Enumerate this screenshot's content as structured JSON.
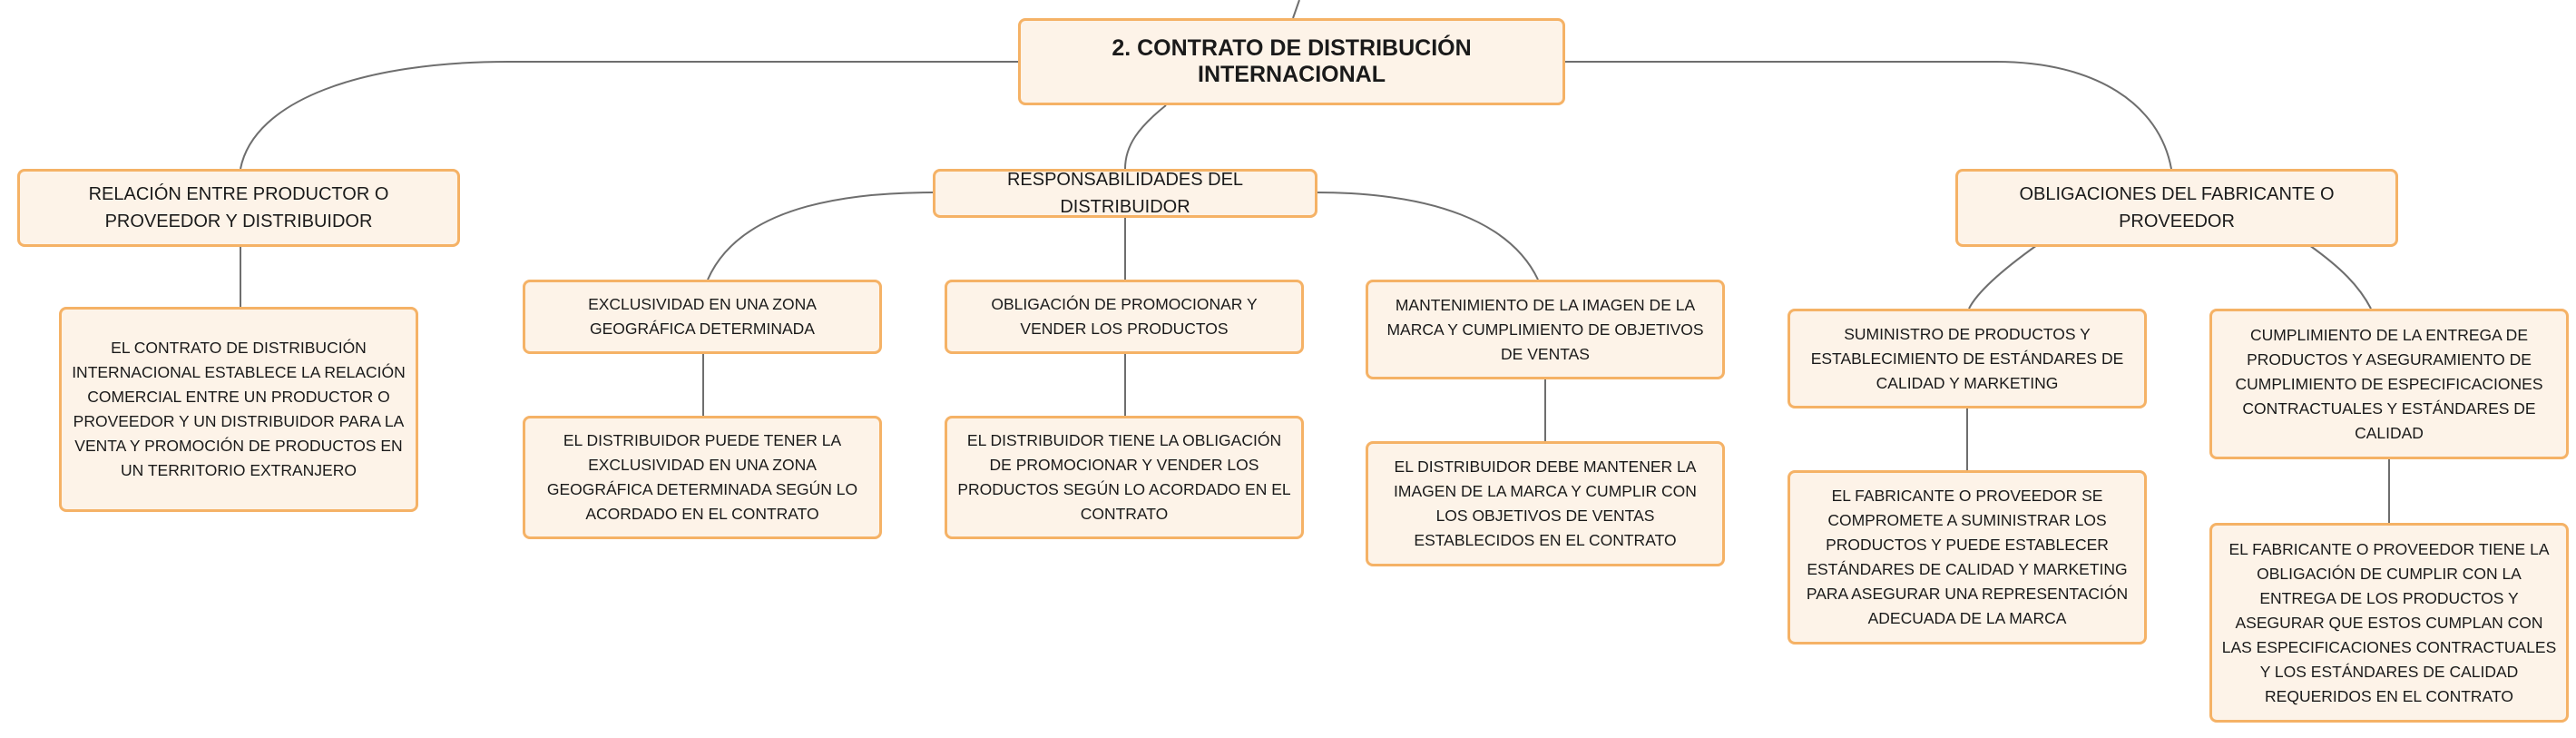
{
  "colors": {
    "node_fill": "#fdf3e8",
    "node_border": "#f5b266",
    "connector": "#6e6e6e"
  },
  "root": {
    "title": "2. CONTRATO DE DISTRIBUCIÓN INTERNACIONAL"
  },
  "branches": {
    "relacion": {
      "title": "RELACIÓN ENTRE PRODUCTOR O PROVEEDOR Y DISTRIBUIDOR",
      "detail": "EL CONTRATO DE DISTRIBUCIÓN INTERNACIONAL ESTABLECE LA RELACIÓN COMERCIAL ENTRE UN PRODUCTOR O PROVEEDOR Y UN DISTRIBUIDOR PARA LA VENTA Y PROMOCIÓN DE PRODUCTOS EN UN TERRITORIO EXTRANJERO"
    },
    "responsabilidades": {
      "title": "RESPONSABILIDADES DEL DISTRIBUIDOR",
      "items": [
        {
          "title": "EXCLUSIVIDAD EN UNA ZONA GEOGRÁFICA DETERMINADA",
          "detail": "EL DISTRIBUIDOR PUEDE TENER LA EXCLUSIVIDAD EN UNA ZONA GEOGRÁFICA DETERMINADA SEGÚN LO ACORDADO EN EL CONTRATO"
        },
        {
          "title": "OBLIGACIÓN DE PROMOCIONAR Y VENDER LOS PRODUCTOS",
          "detail": "EL DISTRIBUIDOR TIENE LA OBLIGACIÓN DE PROMOCIONAR Y VENDER LOS PRODUCTOS SEGÚN LO ACORDADO EN EL CONTRATO"
        },
        {
          "title": "MANTENIMIENTO DE LA IMAGEN DE LA MARCA Y CUMPLIMIENTO DE OBJETIVOS DE VENTAS",
          "detail": "EL DISTRIBUIDOR DEBE MANTENER LA IMAGEN DE LA MARCA Y CUMPLIR CON LOS OBJETIVOS DE VENTAS ESTABLECIDOS EN EL CONTRATO"
        }
      ]
    },
    "obligaciones": {
      "title": "OBLIGACIONES DEL FABRICANTE O PROVEEDOR",
      "items": [
        {
          "title": "SUMINISTRO DE PRODUCTOS Y ESTABLECIMIENTO DE ESTÁNDARES DE CALIDAD Y MARKETING",
          "detail": "EL FABRICANTE O PROVEEDOR SE COMPROMETE A SUMINISTRAR LOS PRODUCTOS Y PUEDE ESTABLECER ESTÁNDARES DE CALIDAD Y MARKETING PARA ASEGURAR UNA REPRESENTACIÓN ADECUADA DE LA MARCA"
        },
        {
          "title": "CUMPLIMIENTO DE LA ENTREGA DE PRODUCTOS Y ASEGURAMIENTO DE CUMPLIMIENTO DE ESPECIFICACIONES CONTRACTUALES Y ESTÁNDARES DE CALIDAD",
          "detail": "EL FABRICANTE O PROVEEDOR TIENE LA OBLIGACIÓN DE CUMPLIR CON LA ENTREGA DE LOS PRODUCTOS Y ASEGURAR QUE ESTOS CUMPLAN CON LAS ESPECIFICACIONES CONTRACTUALES Y LOS ESTÁNDARES DE CALIDAD REQUERIDOS EN EL CONTRATO"
        }
      ]
    }
  }
}
